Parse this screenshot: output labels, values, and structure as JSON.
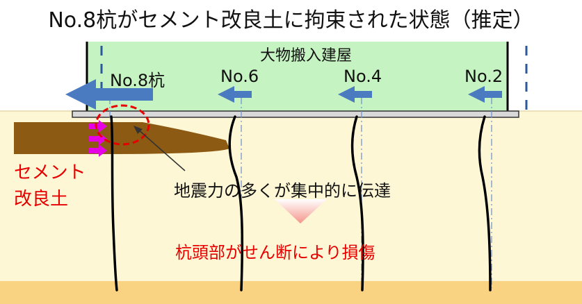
{
  "title": "No.8杭がセメント改良土に拘束された状態（推定）",
  "building_label": "大物搬入建屋",
  "piles": [
    "No.8杭",
    "No.6",
    "No.4",
    "No.2"
  ],
  "cement_soil_label": [
    "セメント",
    "改良土"
  ],
  "annotation": "地震力の多くが集中的に伝達",
  "result": "杭頭部がせん断により損傷",
  "colors": {
    "building_fill": "#c6f3c2",
    "ground_upper": "#fef7d6",
    "ground_lower": "#f9d382",
    "cement_soil": "#8c5a12",
    "force_arrow": "#4a7bc0",
    "restraint_arrow": "#e600e6",
    "highlight": "#e60000",
    "result_arrow": "#f4a89f"
  }
}
